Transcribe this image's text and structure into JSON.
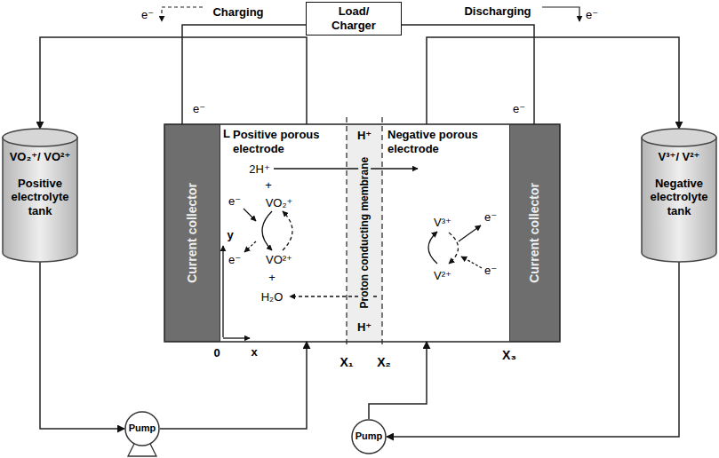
{
  "diagram": {
    "nodes": [
      {
        "text": [
          "Load/ Charger"
        ]
      },
      {
        "text": [
          "VO₂⁺/ VO²⁺",
          "Positive electrolyte tank"
        ]
      },
      {
        "text": [
          "Current collector"
        ]
      },
      {
        "text": [
          "Positive porous electrode"
        ]
      },
      {
        "text": [
          "Proton conducting membrane"
        ]
      },
      {
        "text": [
          "Negative porous electrode"
        ]
      },
      {
        "text": [
          "Current collector"
        ]
      },
      {
        "text": [
          "V³⁺/ V²⁺",
          "Negative electrolyte tank"
        ]
      },
      {
        "text": [
          "Pump"
        ]
      },
      {
        "text": [
          "Pump"
        ]
      }
    ],
    "edges": [
      {
        "from": 0,
        "to": 2,
        "arrow": "none"
      },
      {
        "from": 0,
        "to": 6,
        "arrow": "none"
      },
      {
        "from": 3,
        "to": 1,
        "arrow": "to"
      },
      {
        "from": 5,
        "to": 7,
        "arrow": "to"
      },
      {
        "from": 1,
        "to": 8,
        "arrow": "to"
      },
      {
        "from": 8,
        "to": 3,
        "arrow": "to"
      },
      {
        "from": 7,
        "to": 9,
        "arrow": "to"
      },
      {
        "from": 9,
        "to": 5,
        "arrow": "to"
      }
    ],
    "labels": [
      "Charging",
      "Discharging",
      "e⁻",
      "e⁻",
      "e⁻",
      "e⁻",
      "L",
      "H⁺",
      "2H⁺",
      "+",
      "VO₂⁺",
      "e⁻",
      "e⁻",
      "VO²⁺",
      "+",
      "H₂O",
      "H⁺",
      "V³⁺",
      "V²⁺",
      "e⁻",
      "e⁻",
      "y",
      "0",
      "x",
      "X₁",
      "X₂",
      "X₃"
    ]
  }
}
